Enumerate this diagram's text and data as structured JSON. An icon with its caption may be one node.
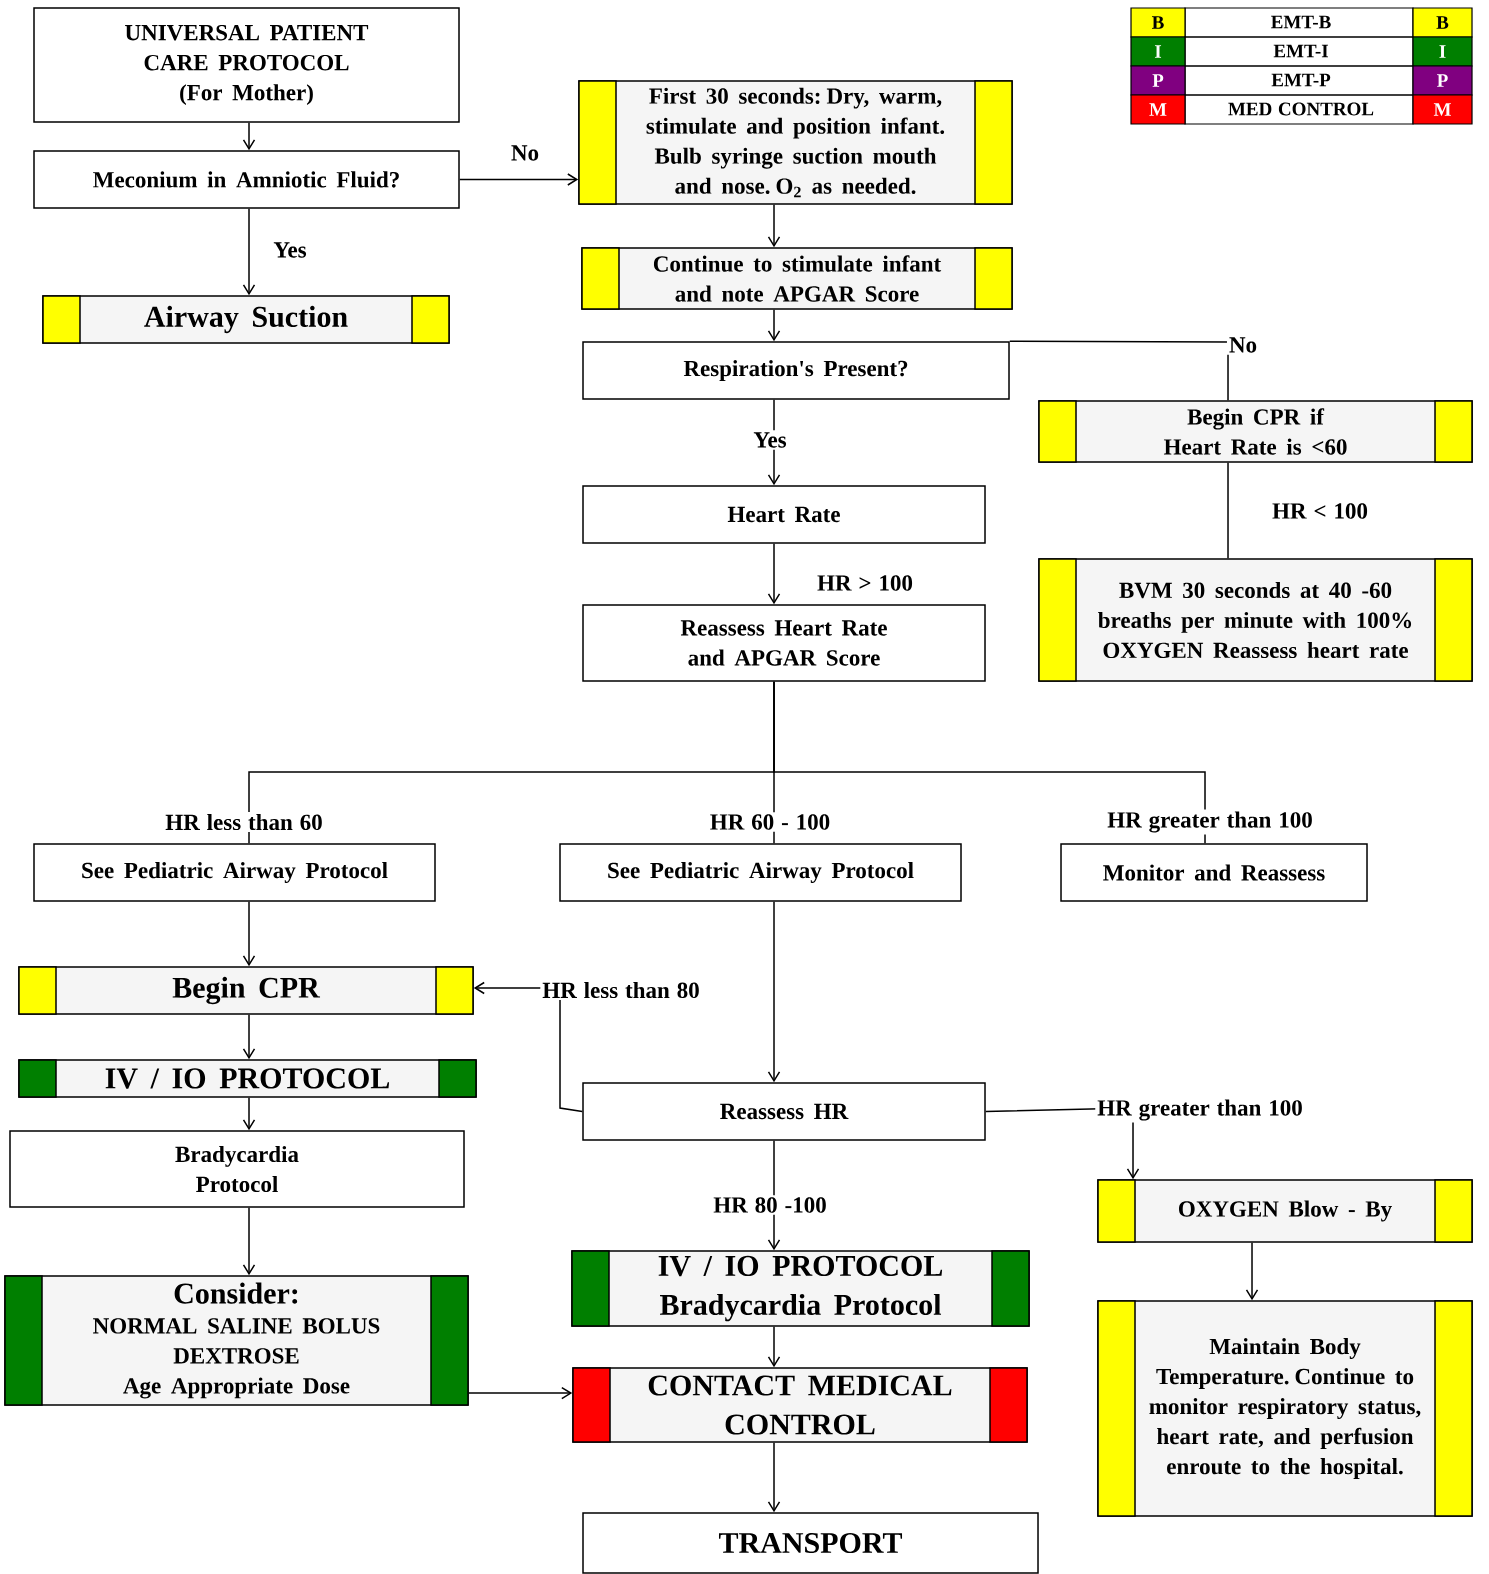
{
  "diagram": {
    "nodes": [
      {
        "text": [
          "UNIVERSAL PATIENT CARE PROTOCOL",
          "(For Mother)"
        ]
      },
      {
        "text": [
          "Meconium in Amniotic Fluid?"
        ]
      },
      {
        "text": [
          "First 30 seconds: Dry, warm, stimulate and position infant. Bulb syringe suction mouth and nose. O$_{2}$ as needed."
        ]
      },
      {
        "text": [
          "Airway Suction"
        ]
      },
      {
        "text": [
          "Continue to stimulate infant and note APGAR Score"
        ]
      },
      {
        "text": [
          "Respiration's Present?"
        ]
      },
      {
        "text": [
          "Begin CPR if Heart Rate is <60"
        ]
      },
      {
        "text": [
          "Heart Rate"
        ]
      },
      {
        "text": [
          "BVM 30 seconds at 40 -60 breaths per minute with 100% OXYGEN Reassess heart rate"
        ]
      },
      {
        "text": [
          "Reassess Heart Rate and APGAR Score"
        ]
      },
      {
        "text": [
          "See Pediatric Airway Protocol"
        ]
      },
      {
        "text": [
          "See Pediatric Airway Protocol"
        ]
      },
      {
        "text": [
          "Monitor and Reassess"
        ]
      },
      {
        "text": [
          "Begin CPR"
        ]
      },
      {
        "text": [
          "IV / IO PROTOCOL"
        ]
      },
      {
        "text": [
          "Bradycardia Protocol"
        ]
      },
      {
        "text": [
          "Consider:",
          "NORMAL SALINE BOLUS",
          "DEXTROSE",
          "Age Appropriate Dose"
        ]
      },
      {
        "text": [
          "Reassess HR"
        ]
      },
      {
        "text": [
          "OXYGEN Blow - By"
        ]
      },
      {
        "text": [
          "IV / IO PROTOCOL",
          "Bradycardia Protocol"
        ]
      },
      {
        "text": [
          "Maintain Body Temperature. Continue to monitor respiratory status, heart rate, and perfusion enroute to the hospital."
        ]
      },
      {
        "text": [
          "CONTACT MEDICAL CONTROL"
        ]
      },
      {
        "text": [
          "TRANSPORT"
        ]
      }
    ],
    "edges": [
      {
        "from": 0,
        "to": 1,
        "arrow": "to"
      },
      {
        "from": 1,
        "to": 2,
        "arrow": "to",
        "label": "No"
      },
      {
        "from": 1,
        "to": 3,
        "arrow": "to",
        "label": "Yes"
      },
      {
        "from": 2,
        "to": 4,
        "arrow": "to"
      },
      {
        "from": 4,
        "to": 5,
        "arrow": "to"
      },
      {
        "from": 5,
        "to": 6,
        "arrow": "none",
        "label": "No"
      },
      {
        "from": 5,
        "to": 7,
        "arrow": "to",
        "label": "Yes"
      },
      {
        "from": 6,
        "to": 8,
        "arrow": "none",
        "label": "HR < 100"
      },
      {
        "from": 7,
        "to": 9,
        "arrow": "to",
        "label": "HR > 100"
      },
      {
        "from": 9,
        "to": 10,
        "arrow": "none",
        "label": "HR less than 60"
      },
      {
        "from": 9,
        "to": 11,
        "arrow": "none",
        "label": "HR 60 - 100"
      },
      {
        "from": 9,
        "to": 12,
        "arrow": "none",
        "label": "HR greater than 100"
      },
      {
        "from": 10,
        "to": 13,
        "arrow": "to"
      },
      {
        "from": 13,
        "to": 14,
        "arrow": "to"
      },
      {
        "from": 14,
        "to": 15,
        "arrow": "to"
      },
      {
        "from": 15,
        "to": 16,
        "arrow": "to"
      },
      {
        "from": 11,
        "to": 17,
        "arrow": "to"
      },
      {
        "from": 17,
        "to": 13,
        "arrow": "to",
        "label": "HR less than 80"
      },
      {
        "from": 17,
        "to": 18,
        "arrow": "to",
        "label": "HR greater than 100"
      },
      {
        "from": 17,
        "to": 19,
        "arrow": "to",
        "label": "HR 80 -100"
      },
      {
        "from": 19,
        "to": 21,
        "arrow": "to"
      },
      {
        "from": 16,
        "to": 21,
        "arrow": "to"
      },
      {
        "from": 18,
        "to": 20,
        "arrow": "to"
      },
      {
        "from": 21,
        "to": 22,
        "arrow": "to"
      }
    ],
    "labels": [
      "B",
      "B",
      "I",
      "I",
      "P",
      "P",
      "M",
      "M"
    ],
    "legend": [
      {
        "text": "EMT-B",
        "color": "#ffff00"
      },
      {
        "text": "EMT-I",
        "color": "#007f00"
      },
      {
        "text": "EMT-P",
        "color": "#800080"
      },
      {
        "text": "MED CONTROL",
        "color": "#ff0000"
      }
    ]
  }
}
